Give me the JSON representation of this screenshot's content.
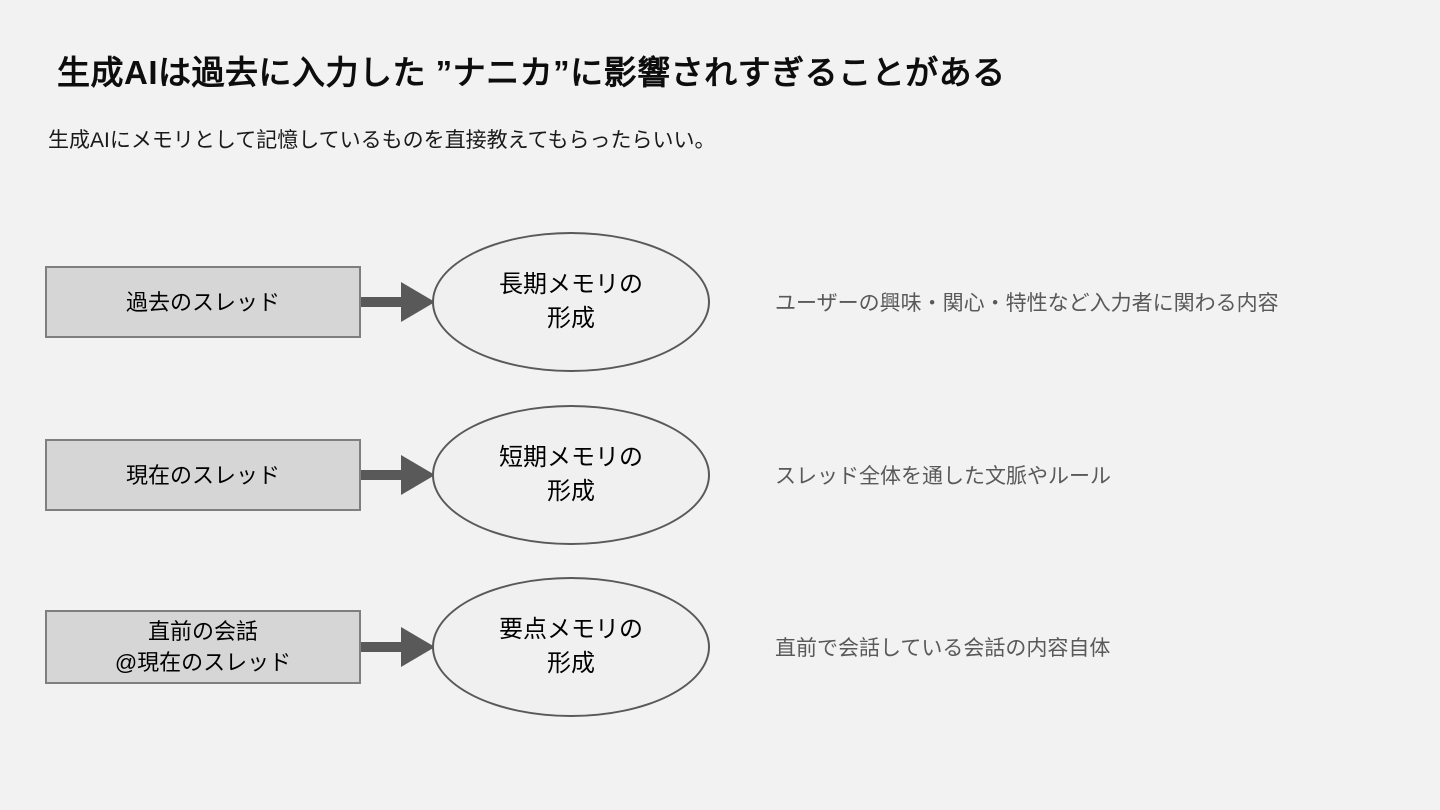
{
  "slide": {
    "title": "生成AIは過去に入力した ”ナニカ”に影響されすぎることがある",
    "subtitle": "生成AIにメモリとして記憶しているものを直接教えてもらったらいい。"
  },
  "rows": [
    {
      "box": {
        "lines": [
          "過去のスレッド"
        ]
      },
      "ellipse": {
        "lines": [
          "長期メモリの",
          "形成"
        ]
      },
      "description": "ユーザーの興味・関心・特性など入力者に関わる内容"
    },
    {
      "box": {
        "lines": [
          "現在のスレッド"
        ]
      },
      "ellipse": {
        "lines": [
          "短期メモリの",
          "形成"
        ]
      },
      "description": "スレッド全体を通した文脈やルール"
    },
    {
      "box": {
        "lines": [
          "直前の会話",
          "@現在のスレッド"
        ]
      },
      "ellipse": {
        "lines": [
          "要点メモリの",
          "形成"
        ]
      },
      "description": "直前で会話している会話の内容自体"
    }
  ],
  "colors": {
    "background": "#f2f2f2",
    "box_fill": "#d6d6d6",
    "box_border": "#7f7f7f",
    "ellipse_fill": "#f0f0f0",
    "ellipse_border": "#595959",
    "arrow": "#595959",
    "title_text": "#0d0d0d",
    "description_text": "#595959"
  }
}
